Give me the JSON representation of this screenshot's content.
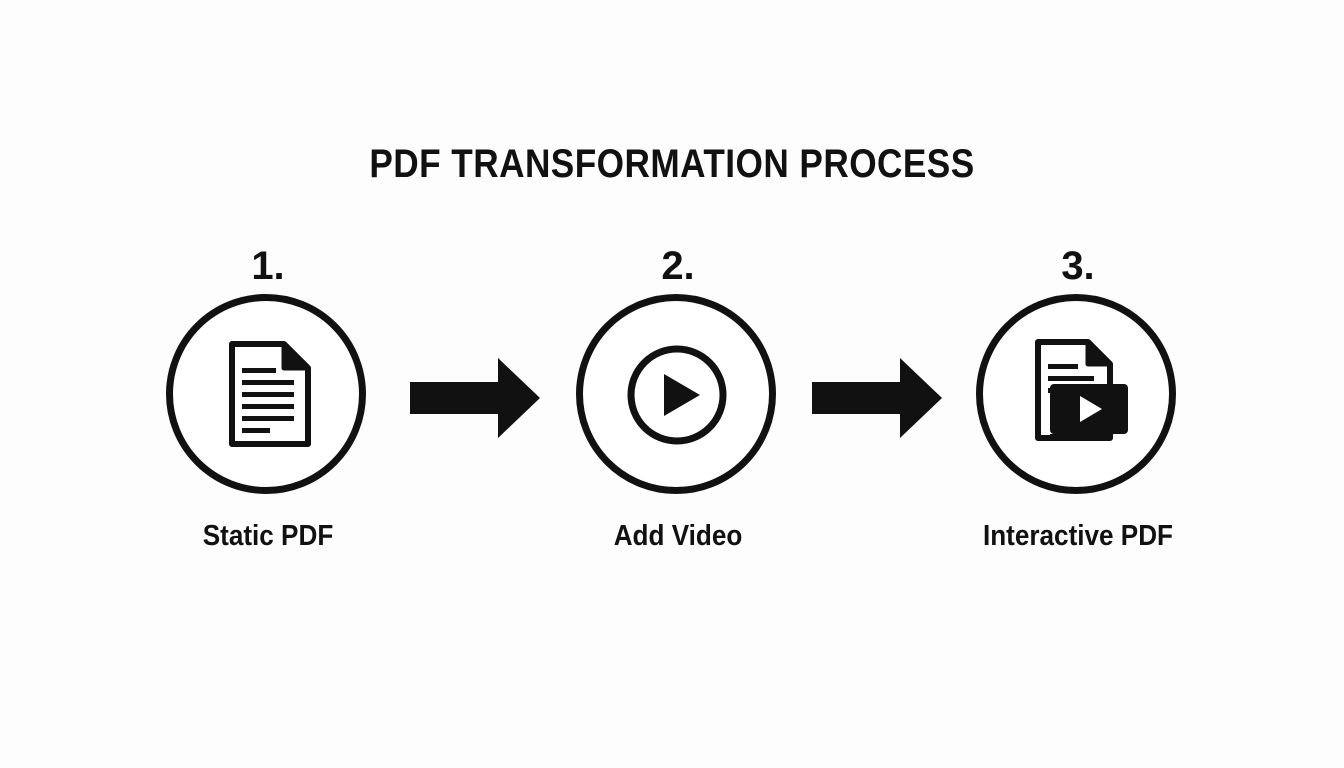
{
  "diagram": {
    "title": "PDF TRANSFORMATION PROCESS",
    "steps": [
      {
        "number": "1.",
        "label": "Static PDF",
        "icon": "document-icon"
      },
      {
        "number": "2.",
        "label": "Add Video",
        "icon": "play-icon"
      },
      {
        "number": "3.",
        "label": "Interactive PDF",
        "icon": "document-video-icon"
      }
    ],
    "connectors": [
      "arrow-right-icon",
      "arrow-right-icon"
    ],
    "colors": {
      "ink": "#111111",
      "background": "#fdfdfd"
    }
  }
}
